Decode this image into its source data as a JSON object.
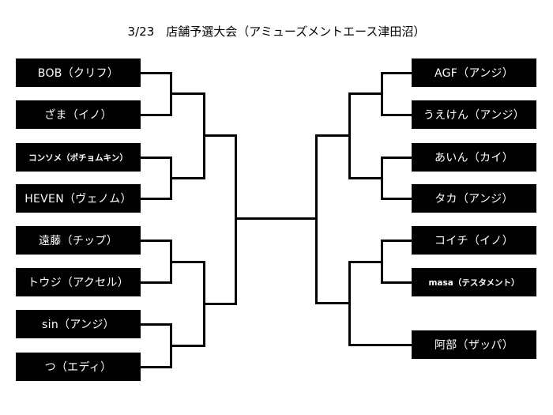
{
  "title": "3/23　店舗予選大会（アミューズメントエース津田沼）",
  "left": [
    "BOB（クリフ）",
    "ざま（イノ）",
    "コンソメ（ポチョムキン）",
    "HEVEN（ヴェノム）",
    "遠藤（チップ）",
    "トウジ（アクセル）",
    "sin（アンジ）",
    "つ（エディ）"
  ],
  "right": [
    "AGF（アンジ）",
    "うえけん（アンジ）",
    "あいん（カイ）",
    "タカ（アンジ）",
    "コイチ（イノ）",
    "masa（テスタメント）",
    "阿部（ザッパ）"
  ]
}
